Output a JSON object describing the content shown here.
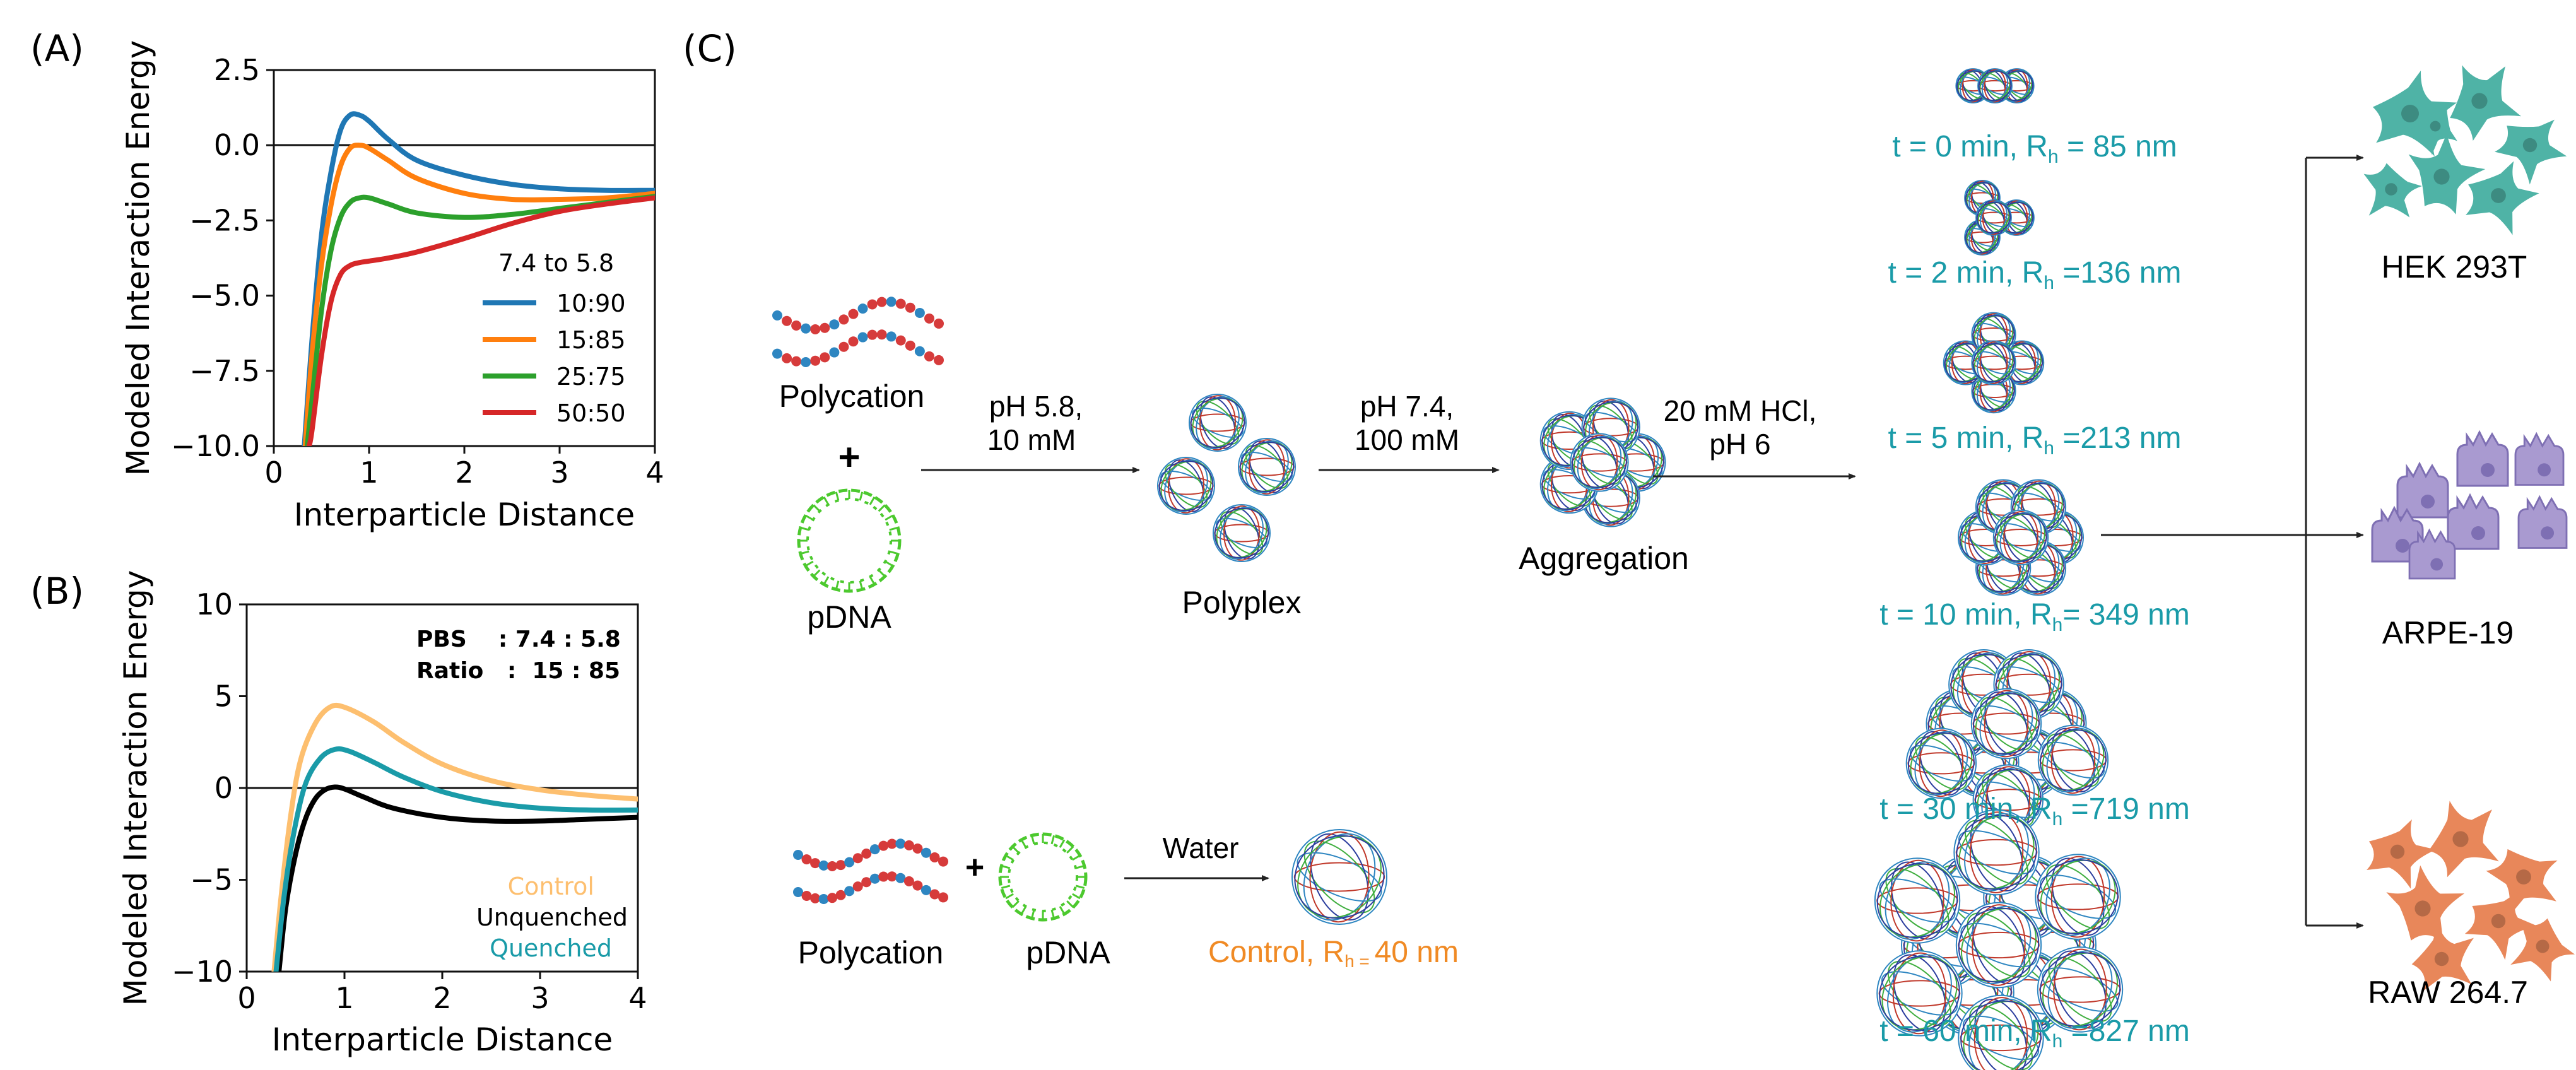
{
  "chart_data": [
    {
      "type": "line",
      "panel": "(A)",
      "xlabel": "Interparticle Distance",
      "ylabel": "Modeled Interaction Energy",
      "xlim": [
        0,
        4
      ],
      "ylim": [
        -10,
        2.5
      ],
      "xticks": [
        "0",
        "1",
        "2",
        "3",
        "4"
      ],
      "yticks": [
        "2.5",
        "0.0",
        "−2.5",
        "−5.0",
        "−7.5",
        "−10.0"
      ],
      "zero_line": true,
      "legend_title": "7.4 to 5.8",
      "legend_loc": "lower right",
      "series": [
        {
          "name": "10:90",
          "color": "#1f77b4",
          "x": [
            0.32,
            0.4,
            0.5,
            0.6,
            0.7,
            0.8,
            0.9,
            1.0,
            1.2,
            1.5,
            2.0,
            2.5,
            3.0,
            3.5,
            4.0
          ],
          "y": [
            -10,
            -6.5,
            -3.0,
            -0.9,
            0.5,
            1.0,
            1.0,
            0.8,
            0.2,
            -0.5,
            -1.0,
            -1.3,
            -1.45,
            -1.5,
            -1.5
          ]
        },
        {
          "name": "15:85",
          "color": "#ff7f0e",
          "x": [
            0.33,
            0.4,
            0.5,
            0.6,
            0.7,
            0.8,
            0.9,
            1.0,
            1.2,
            1.5,
            2.0,
            2.5,
            3.0,
            3.5,
            4.0
          ],
          "y": [
            -10,
            -7.0,
            -4.0,
            -2.0,
            -0.7,
            -0.1,
            0.0,
            -0.1,
            -0.5,
            -1.1,
            -1.6,
            -1.8,
            -1.8,
            -1.75,
            -1.6
          ]
        },
        {
          "name": "25:75",
          "color": "#2ca02c",
          "x": [
            0.35,
            0.4,
            0.5,
            0.6,
            0.7,
            0.8,
            0.9,
            1.0,
            1.2,
            1.5,
            2.0,
            2.5,
            3.0,
            3.5,
            4.0
          ],
          "y": [
            -10,
            -8.5,
            -5.5,
            -3.5,
            -2.4,
            -1.9,
            -1.75,
            -1.75,
            -1.95,
            -2.25,
            -2.4,
            -2.3,
            -2.1,
            -1.9,
            -1.7
          ]
        },
        {
          "name": "50:50",
          "color": "#d62728",
          "x": [
            0.37,
            0.4,
            0.5,
            0.6,
            0.7,
            0.8,
            0.9,
            1.0,
            1.2,
            1.5,
            2.0,
            2.5,
            3.0,
            3.5,
            4.0
          ],
          "y": [
            -10,
            -9.5,
            -7.0,
            -5.2,
            -4.3,
            -4.0,
            -3.9,
            -3.85,
            -3.75,
            -3.55,
            -3.1,
            -2.6,
            -2.2,
            -1.95,
            -1.75
          ]
        }
      ]
    },
    {
      "type": "line",
      "panel": "(B)",
      "xlabel": "Interparticle Distance",
      "ylabel": "Modeled Interaction Energy",
      "xlim": [
        0,
        4
      ],
      "ylim": [
        -10,
        10
      ],
      "xticks": [
        "0",
        "1",
        "2",
        "3",
        "4"
      ],
      "yticks": [
        "10",
        "5",
        "0",
        "−5",
        "−10"
      ],
      "zero_line": true,
      "annotations": [
        "PBS    : 7.4 : 5.8",
        "Ratio   :  15 : 85"
      ],
      "legend_loc": "lower right",
      "series": [
        {
          "name": "Control",
          "color": "#fdbf6f",
          "x": [
            0.28,
            0.35,
            0.45,
            0.55,
            0.7,
            0.85,
            1.0,
            1.3,
            1.6,
            2.0,
            2.5,
            3.0,
            3.5,
            4.0
          ],
          "y": [
            -10,
            -6,
            -1.5,
            1.5,
            3.5,
            4.4,
            4.4,
            3.6,
            2.5,
            1.3,
            0.4,
            -0.1,
            -0.4,
            -0.6
          ]
        },
        {
          "name": "Unquenched",
          "color": "#000000",
          "x": [
            0.33,
            0.4,
            0.5,
            0.6,
            0.7,
            0.8,
            0.9,
            1.0,
            1.2,
            1.5,
            2.0,
            2.5,
            3.0,
            3.5,
            4.0
          ],
          "y": [
            -10,
            -6.5,
            -3.6,
            -1.7,
            -0.6,
            -0.1,
            0.05,
            -0.05,
            -0.5,
            -1.1,
            -1.6,
            -1.8,
            -1.8,
            -1.7,
            -1.6
          ]
        },
        {
          "name": "Quenched",
          "color": "#1a9ba8",
          "x": [
            0.3,
            0.38,
            0.48,
            0.6,
            0.75,
            0.9,
            1.05,
            1.3,
            1.6,
            2.0,
            2.5,
            3.0,
            3.5,
            4.0
          ],
          "y": [
            -10,
            -6,
            -2.5,
            0.2,
            1.6,
            2.1,
            2.0,
            1.4,
            0.6,
            -0.2,
            -0.8,
            -1.1,
            -1.2,
            -1.2
          ]
        }
      ]
    }
  ],
  "labels": {
    "panel_a": "(A)",
    "panel_b": "(B)",
    "panel_c": "(C)",
    "legend_title_a": "7.4 to 5.8",
    "legend_a": [
      "10:90",
      "15:85",
      "25:75",
      "50:50"
    ],
    "annot_b1": "PBS    : 7.4 : 5.8",
    "annot_b2": "Ratio   :  15 : 85",
    "legend_b": [
      "Control",
      "Unquenched",
      "Quenched"
    ]
  },
  "schematic": {
    "polycation_top": "Polycation",
    "plus": "+",
    "pdna_top": "pDNA",
    "arrow1_line1": "pH 5.8,",
    "arrow1_line2": "10 mM",
    "polyplex": "Polyplex",
    "arrow2_line1": "pH 7.4,",
    "arrow2_line2": "100 mM",
    "aggregation": "Aggregation",
    "arrow3_line1": "20 mM HCl,",
    "arrow3_line2": "pH 6",
    "polycation_bottom": "Polycation",
    "pdna_bottom": "pDNA",
    "water": "Water",
    "control_prefix": "Control, R",
    "control_sub": "h = ",
    "control_value": "40 nm",
    "timepoints": [
      {
        "prefix": "t = 0 min, R",
        "sub": "h",
        "value": " = 85 nm"
      },
      {
        "prefix": "t = 2 min, R",
        "sub": "h",
        "value": " =136 nm"
      },
      {
        "prefix": "t = 5 min, R",
        "sub": "h",
        "value": " =213 nm"
      },
      {
        "prefix": "t = 10 min, R",
        "sub": "h",
        "value": "= 349 nm"
      },
      {
        "prefix": "t = 30 min, R",
        "sub": "h",
        "value": " =719 nm"
      },
      {
        "prefix": "t = 60 min, R",
        "sub": "h",
        "value": " =827 nm"
      }
    ],
    "cell_lines": [
      "HEK 293T",
      "ARPE-19",
      "RAW 264.7"
    ],
    "colors": {
      "teal_text": "#1a9ba8",
      "orange_text": "#f08a24",
      "hek": "#4fb3a6",
      "arpe": "#a99ad0",
      "raw": "#e8875a",
      "dna_green": "#4cc92e",
      "chain_red": "#d63b3b",
      "chain_blue": "#2e86c1"
    }
  }
}
